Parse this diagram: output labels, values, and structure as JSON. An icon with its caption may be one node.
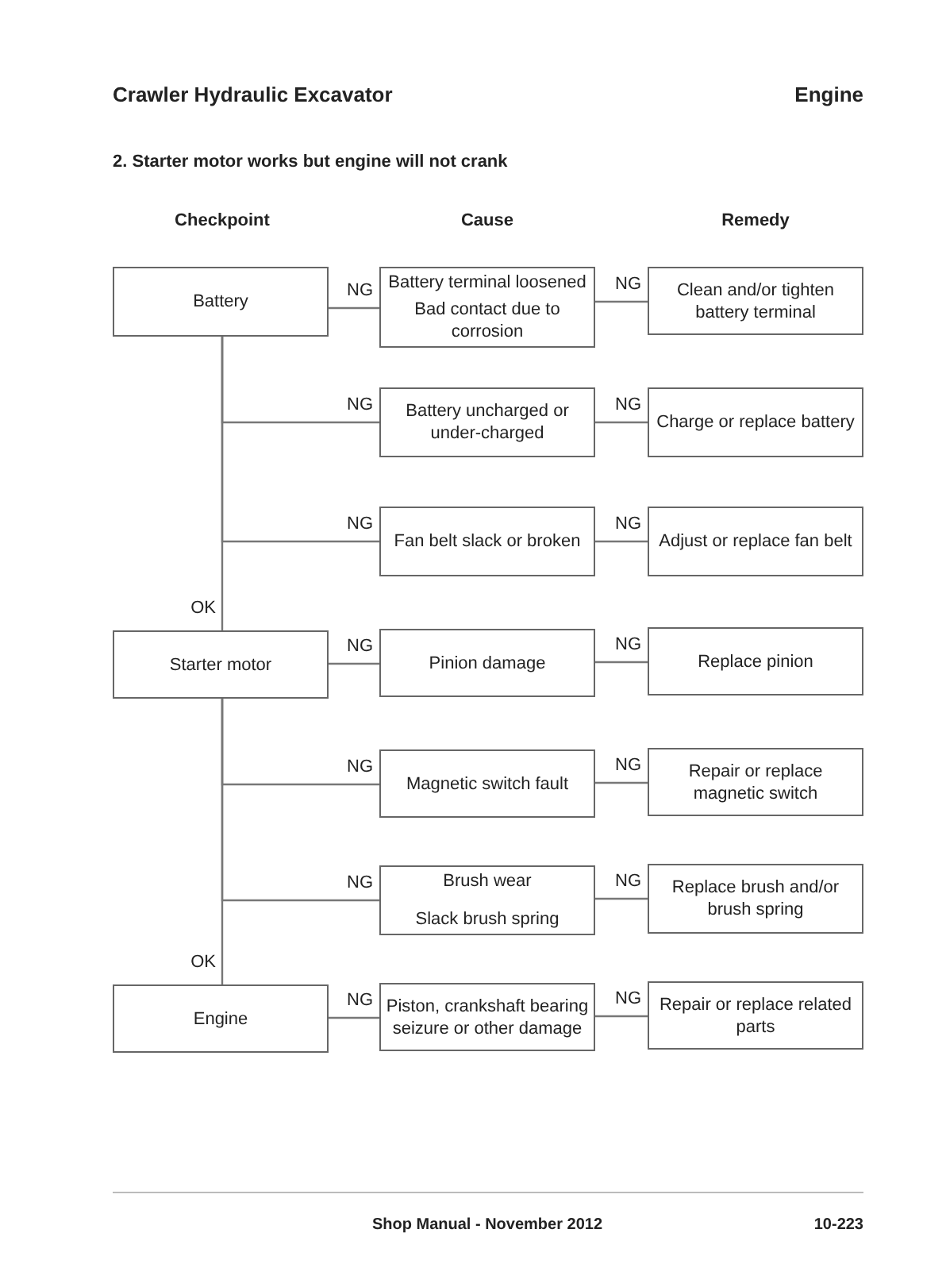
{
  "diagram": {
    "title": "2. Starter motor works but engine will not crank",
    "nodes": [
      {
        "text": [
          "Battery"
        ]
      },
      {
        "text": [
          "Battery terminal loosened",
          "Bad contact due to corrosion"
        ]
      },
      {
        "text": [
          "Clean and/or tighten battery terminal"
        ]
      },
      {
        "text": [
          "Battery uncharged or under-charged"
        ]
      },
      {
        "text": [
          "Charge or replace battery"
        ]
      },
      {
        "text": [
          "Fan belt slack or broken"
        ]
      },
      {
        "text": [
          "Adjust or replace fan belt"
        ]
      },
      {
        "text": [
          "Starter motor"
        ]
      },
      {
        "text": [
          "Pinion damage"
        ]
      },
      {
        "text": [
          "Replace pinion"
        ]
      },
      {
        "text": [
          "Magnetic switch fault"
        ]
      },
      {
        "text": [
          "Repair or replace magnetic switch"
        ]
      },
      {
        "text": [
          "Brush wear",
          "Slack brush spring"
        ]
      },
      {
        "text": [
          "Replace brush and/or brush spring"
        ]
      },
      {
        "text": [
          "Engine"
        ]
      },
      {
        "text": [
          "Piston, crankshaft bearing seizure or other damage"
        ]
      },
      {
        "text": [
          "Repair or replace related parts"
        ]
      }
    ],
    "edges": [
      {
        "from": 0,
        "to": 1,
        "arrow": "none",
        "label": "NG"
      },
      {
        "from": 1,
        "to": 2,
        "arrow": "none",
        "label": "NG"
      },
      {
        "from": 0,
        "to": 3,
        "arrow": "none",
        "label": "NG"
      },
      {
        "from": 3,
        "to": 4,
        "arrow": "none",
        "label": "NG"
      },
      {
        "from": 0,
        "to": 5,
        "arrow": "none",
        "label": "NG"
      },
      {
        "from": 5,
        "to": 6,
        "arrow": "none",
        "label": "NG"
      },
      {
        "from": 0,
        "to": 7,
        "arrow": "none",
        "label": "OK"
      },
      {
        "from": 7,
        "to": 8,
        "arrow": "none",
        "label": "NG"
      },
      {
        "from": 8,
        "to": 9,
        "arrow": "none",
        "label": "NG"
      },
      {
        "from": 7,
        "to": 10,
        "arrow": "none",
        "label": "NG"
      },
      {
        "from": 10,
        "to": 11,
        "arrow": "none",
        "label": "NG"
      },
      {
        "from": 7,
        "to": 12,
        "arrow": "none",
        "label": "NG"
      },
      {
        "from": 12,
        "to": 13,
        "arrow": "none",
        "label": "NG"
      },
      {
        "from": 7,
        "to": 14,
        "arrow": "none",
        "label": "OK"
      },
      {
        "from": 14,
        "to": 15,
        "arrow": "none",
        "label": "NG"
      },
      {
        "from": 15,
        "to": 16,
        "arrow": "none",
        "label": "NG"
      }
    ],
    "labels": [
      "Crawler Hydraulic Excavator",
      "Engine",
      "Checkpoint",
      "Cause",
      "Remedy",
      "Shop Manual - November 2012",
      "10-223"
    ]
  }
}
